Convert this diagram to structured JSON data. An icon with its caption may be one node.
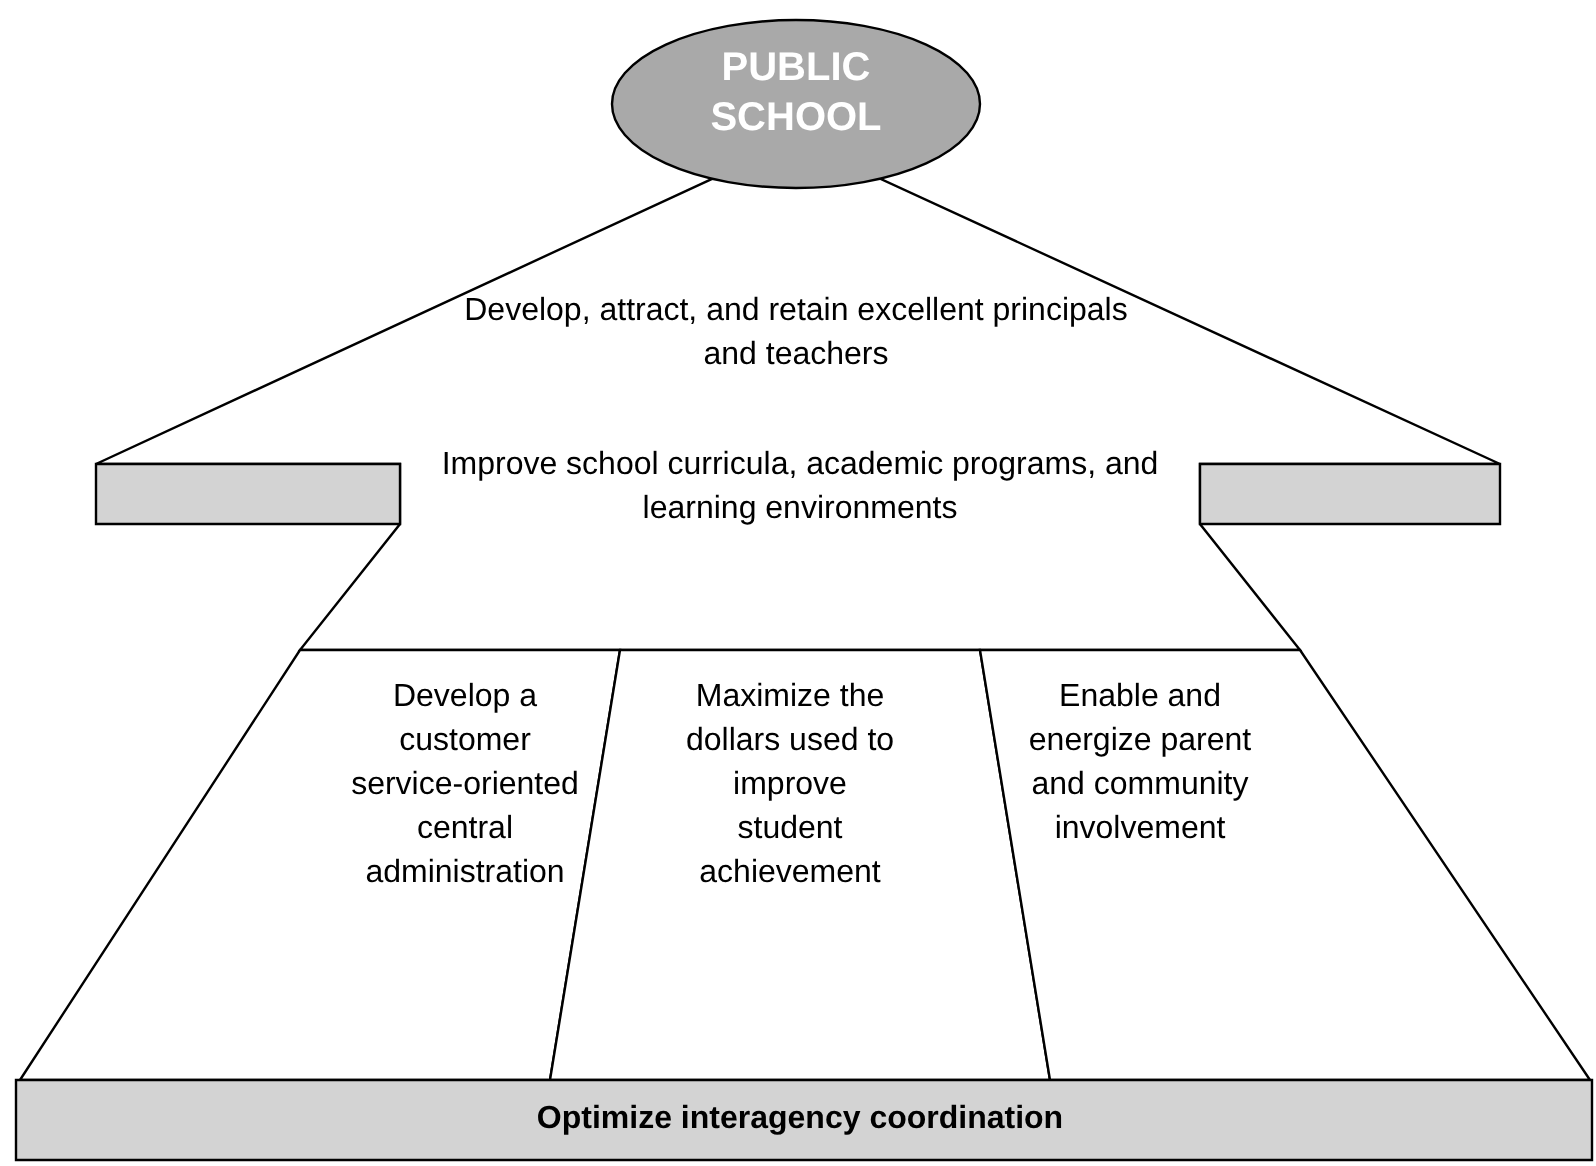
{
  "diagram": {
    "nodes": [
      {
        "text": [
          "PUBLIC SCHOOL"
        ]
      },
      {
        "text": [
          "Develop, attract, and retain excellent principals and teachers",
          "Improve school curricula, academic programs, and learning environments"
        ]
      },
      {
        "text": [],
        "shape": "bar"
      },
      {
        "text": [],
        "shape": "bar"
      },
      {
        "text": [
          "Develop a customer service-oriented central administration"
        ]
      },
      {
        "text": [
          "Maximize the dollars used to improve student achievement"
        ]
      },
      {
        "text": [
          "Enable and energize parent and community involvement"
        ]
      },
      {
        "text": [
          "Optimize interagency coordination"
        ]
      }
    ]
  }
}
